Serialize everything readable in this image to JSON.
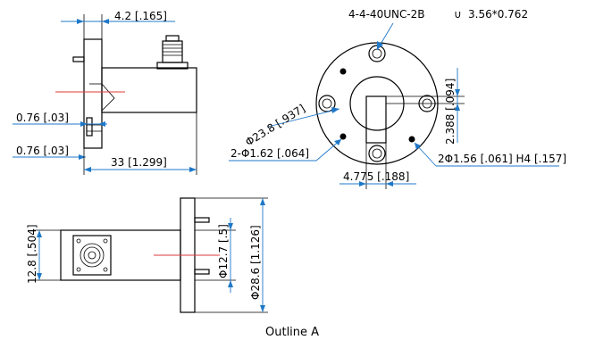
{
  "colors": {
    "outline": "#000000",
    "dimension": "#1f78c8",
    "centerline": "#e03a3a",
    "background": "#ffffff"
  },
  "side_view": {
    "flange_thickness": "4.2 [.165]",
    "step_upper": "0.76 [.03]",
    "step_lower": "0.76 [.03]",
    "length": "33 [1.299]"
  },
  "front_view": {
    "tapped_holes": "4-4-40UNC-2B",
    "counterbore_symbol": "∪",
    "counterbore": "3.56*0.762",
    "bolt_circle": "Φ23.8 [.937]",
    "pin_holes": "2-Φ1.62 [.064]",
    "slot_offset_x": "4.775 [.188]",
    "slot_height": "2.388 [.094]",
    "small_holes": "2Φ1.56 [.061] H4 [.157]"
  },
  "bottom_view": {
    "body_height": "12.8 [.504]",
    "pilot_diameter": "Φ12.7 [.5]",
    "flange_diameter": "Φ28.6 [1.126]"
  },
  "caption": "Outline A"
}
